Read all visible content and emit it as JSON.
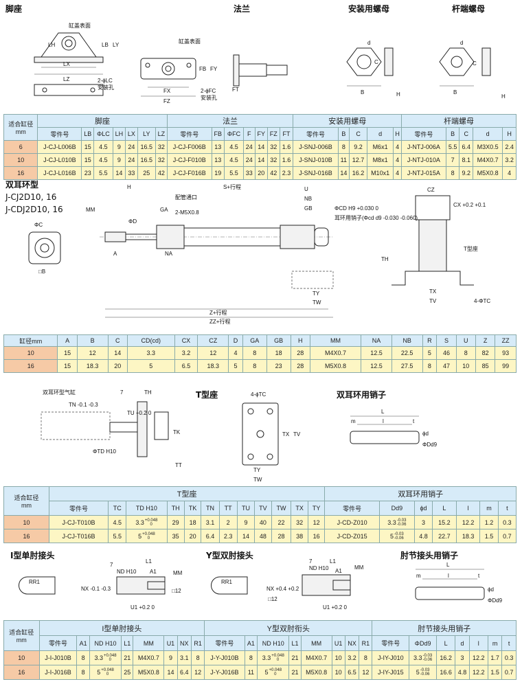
{
  "section1": {
    "headings": [
      "脚座",
      "法兰",
      "安装用螺母",
      "杆端螺母"
    ],
    "foot_labels": [
      "缸盖表面",
      "LH",
      "LB",
      "LY",
      "LX",
      "LZ",
      "2-ϕLC",
      "安装孔"
    ],
    "flange_labels": [
      "缸盖表面",
      "FB",
      "FY",
      "FX",
      "FZ",
      "2-ϕFC",
      "安装孔",
      "FT"
    ],
    "nut_labels": [
      "d",
      "C",
      "B",
      "H"
    ],
    "rodnut_labels": [
      "d",
      "C",
      "B",
      "H"
    ],
    "table": {
      "bore_header": [
        "适合缸径",
        "mm"
      ],
      "groups": [
        "脚座",
        "法兰",
        "安装用螺母",
        "杆端螺母"
      ],
      "columns": [
        [
          "零件号",
          "LB",
          "ΦLC",
          "LH",
          "LX",
          "LY",
          "LZ"
        ],
        [
          "零件号",
          "FB",
          "ΦFC",
          "F",
          "FY",
          "FZ",
          "FT"
        ],
        [
          "零件号",
          "B",
          "C",
          "d",
          "H"
        ],
        [
          "零件号",
          "B",
          "C",
          "d",
          "H"
        ]
      ],
      "rows": [
        [
          "6",
          "J-CJ-L006B",
          "15",
          "4.5",
          "9",
          "24",
          "16.5",
          "32",
          "J-CJ-F006B",
          "13",
          "4.5",
          "24",
          "14",
          "32",
          "1.6",
          "J-SNJ-006B",
          "8",
          "9.2",
          "M6x1",
          "4",
          "J-NTJ-006A",
          "5.5",
          "6.4",
          "M3X0.5",
          "2.4"
        ],
        [
          "10",
          "J-CJ-L010B",
          "15",
          "4.5",
          "9",
          "24",
          "16.5",
          "32",
          "J-CJ-F010B",
          "13",
          "4.5",
          "24",
          "14",
          "32",
          "1.6",
          "J-SNJ-010B",
          "11",
          "12.7",
          "M8x1",
          "4",
          "J-NTJ-010A",
          "7",
          "8.1",
          "M4X0.7",
          "3.2"
        ],
        [
          "16",
          "J-CJ-L016B",
          "23",
          "5.5",
          "14",
          "33",
          "25",
          "42",
          "J-CJ-F016B",
          "19",
          "5.5",
          "33",
          "20",
          "42",
          "2.3",
          "J-SNJ-016B",
          "14",
          "16.2",
          "M10x1",
          "4",
          "J-NTJ-015A",
          "8",
          "9.2",
          "M5X0.8",
          "4"
        ]
      ]
    }
  },
  "section2": {
    "heading": "双耳环型",
    "models": [
      "J-CJ2D10, 16",
      "J-CDJ2D10, 16"
    ],
    "labels": [
      "H",
      "S+行程",
      "U",
      "NB",
      "GB",
      "MM",
      "ΦD",
      "GA",
      "配管通口",
      "2-M5X0.8",
      "ΦCD H9 +0.030 0",
      "耳环用销子(Φcd d9 -0.030 -0.060)",
      "A",
      "NA",
      "TY",
      "TW",
      "Z+行程",
      "ZZ+行程",
      "ΦC",
      "□B",
      "CZ",
      "CX +0.2 +0.1",
      "T型座",
      "TH",
      "TX",
      "TV",
      "4-ΦTC"
    ],
    "table": {
      "headers": [
        "缸径mm",
        "A",
        "B",
        "C",
        "CD(cd)",
        "CX",
        "CZ",
        "D",
        "GA",
        "GB",
        "H",
        "MM",
        "NA",
        "NB",
        "R",
        "S",
        "U",
        "Z",
        "ZZ"
      ],
      "rows": [
        [
          "10",
          "15",
          "12",
          "14",
          "3.3",
          "3.2",
          "12",
          "4",
          "8",
          "18",
          "28",
          "M4X0.7",
          "12.5",
          "22.5",
          "5",
          "46",
          "8",
          "82",
          "93"
        ],
        [
          "16",
          "15",
          "18.3",
          "20",
          "5",
          "6.5",
          "18.3",
          "5",
          "8",
          "23",
          "28",
          "M5X0.8",
          "12.5",
          "27.5",
          "8",
          "47",
          "10",
          "85",
          "99"
        ]
      ]
    }
  },
  "section3": {
    "headings": [
      "T型座",
      "双耳环用销子"
    ],
    "cyl_labels": [
      "双耳环型气缸",
      "7",
      "TH",
      "TN -0.1 -0.3",
      "TU +0.2 0",
      "TK",
      "ΦTD H10",
      "TT"
    ],
    "tbase_labels": [
      "4-ϕTC",
      "TX",
      "TV",
      "TY",
      "TW"
    ],
    "pin_labels": [
      "L",
      "m",
      "l",
      "t",
      "ϕd",
      "ΦDd9"
    ],
    "table": {
      "bore_header": [
        "适合缸径",
        "mm"
      ],
      "groups": [
        "T型座",
        "双耳环用销子"
      ],
      "columns": [
        [
          "零件号",
          "TC",
          "TD H10",
          "TH",
          "TK",
          "TN",
          "TT",
          "TU",
          "TV",
          "TW",
          "TX",
          "TY"
        ],
        [
          "零件号",
          "Dd9",
          "ϕd",
          "L",
          "l",
          "m",
          "t"
        ]
      ],
      "rows": [
        [
          "10",
          "J-CJ-T010B",
          "4.5",
          {
            "b": "3.3",
            "u": "+0.048",
            "l": "0"
          },
          "29",
          "18",
          "3.1",
          "2",
          "9",
          "40",
          "22",
          "32",
          "12",
          "J-CD-Z010",
          {
            "b": "3.3",
            "u": "-0.03",
            "l": "-0.06"
          },
          "3",
          "15.2",
          "12.2",
          "1.2",
          "0.3"
        ],
        [
          "16",
          "J-CJ-T016B",
          "5.5",
          {
            "b": "5",
            "u": "+0.048",
            "l": "0"
          },
          "35",
          "20",
          "6.4",
          "2.3",
          "14",
          "48",
          "28",
          "38",
          "16",
          "J-CD-Z015",
          {
            "b": "5",
            "u": "-0.03",
            "l": "-0.06"
          },
          "4.8",
          "22.7",
          "18.3",
          "1.5",
          "0.7"
        ]
      ]
    }
  },
  "section4": {
    "headings": [
      "I型单肘接头",
      "Y型双肘接头",
      "肘节接头用销子"
    ],
    "i_labels": [
      "RR1",
      "7",
      "ND H10",
      "L1",
      "A1",
      "MM",
      "NX -0.1 -0.3",
      "□12",
      "U1 +0.2 0"
    ],
    "y_labels": [
      "RR1",
      "7",
      "ND H10",
      "L1",
      "A1",
      "MM",
      "NX +0.4 +0.2",
      "□12",
      "U1 +0.2 0"
    ],
    "pin_labels": [
      "L",
      "m",
      "l",
      "t",
      "ϕd",
      "ΦDd9"
    ],
    "table": {
      "bore_header": [
        "适合缸径",
        "mm"
      ],
      "groups": [
        "I型单肘接头",
        "Y型双肘衔头",
        "肘节接头用销子"
      ],
      "columns": [
        [
          "零件号",
          "A1",
          "ND H10",
          "L1",
          "MM",
          "U1",
          "NX",
          "R1"
        ],
        [
          "零件号",
          "A1",
          "ND H10",
          "L1",
          "MM",
          "U1",
          "NX",
          "R1"
        ],
        [
          "零件号",
          "ΦDd9",
          "L",
          "d",
          "l",
          "m",
          "t"
        ]
      ],
      "rows": [
        [
          "10",
          "J-I-J010B",
          "8",
          {
            "b": "3.3",
            "u": "+0.048",
            "l": "0"
          },
          "21",
          "M4X0.7",
          "9",
          "3.1",
          "8",
          "J-Y-J010B",
          "8",
          {
            "b": "3.3",
            "u": "+0.048",
            "l": "0"
          },
          "21",
          "M4X0.7",
          "10",
          "3.2",
          "8",
          "J-IY-J010",
          {
            "b": "3.3",
            "u": "-0.03",
            "l": "-0.06"
          },
          "16.2",
          "3",
          "12.2",
          "1.7",
          "0.3"
        ],
        [
          "16",
          "J-I-J016B",
          "8",
          {
            "b": "5",
            "u": "+0.048",
            "l": "0"
          },
          "25",
          "M5X0.8",
          "14",
          "6.4",
          "12",
          "J-Y-J016B",
          "11",
          {
            "b": "5",
            "u": "+0.048",
            "l": "0"
          },
          "21",
          "M5X0.8",
          "10",
          "6.5",
          "12",
          "J-IY-J015",
          {
            "b": "5",
            "u": "-0.03",
            "l": "-0.06"
          },
          "16.6",
          "4.8",
          "12.2",
          "1.5",
          "0.7"
        ]
      ]
    }
  },
  "colors": {
    "header": "#d7ebf8",
    "bore": "#f6caa6",
    "cell": "#fdf6c4"
  }
}
